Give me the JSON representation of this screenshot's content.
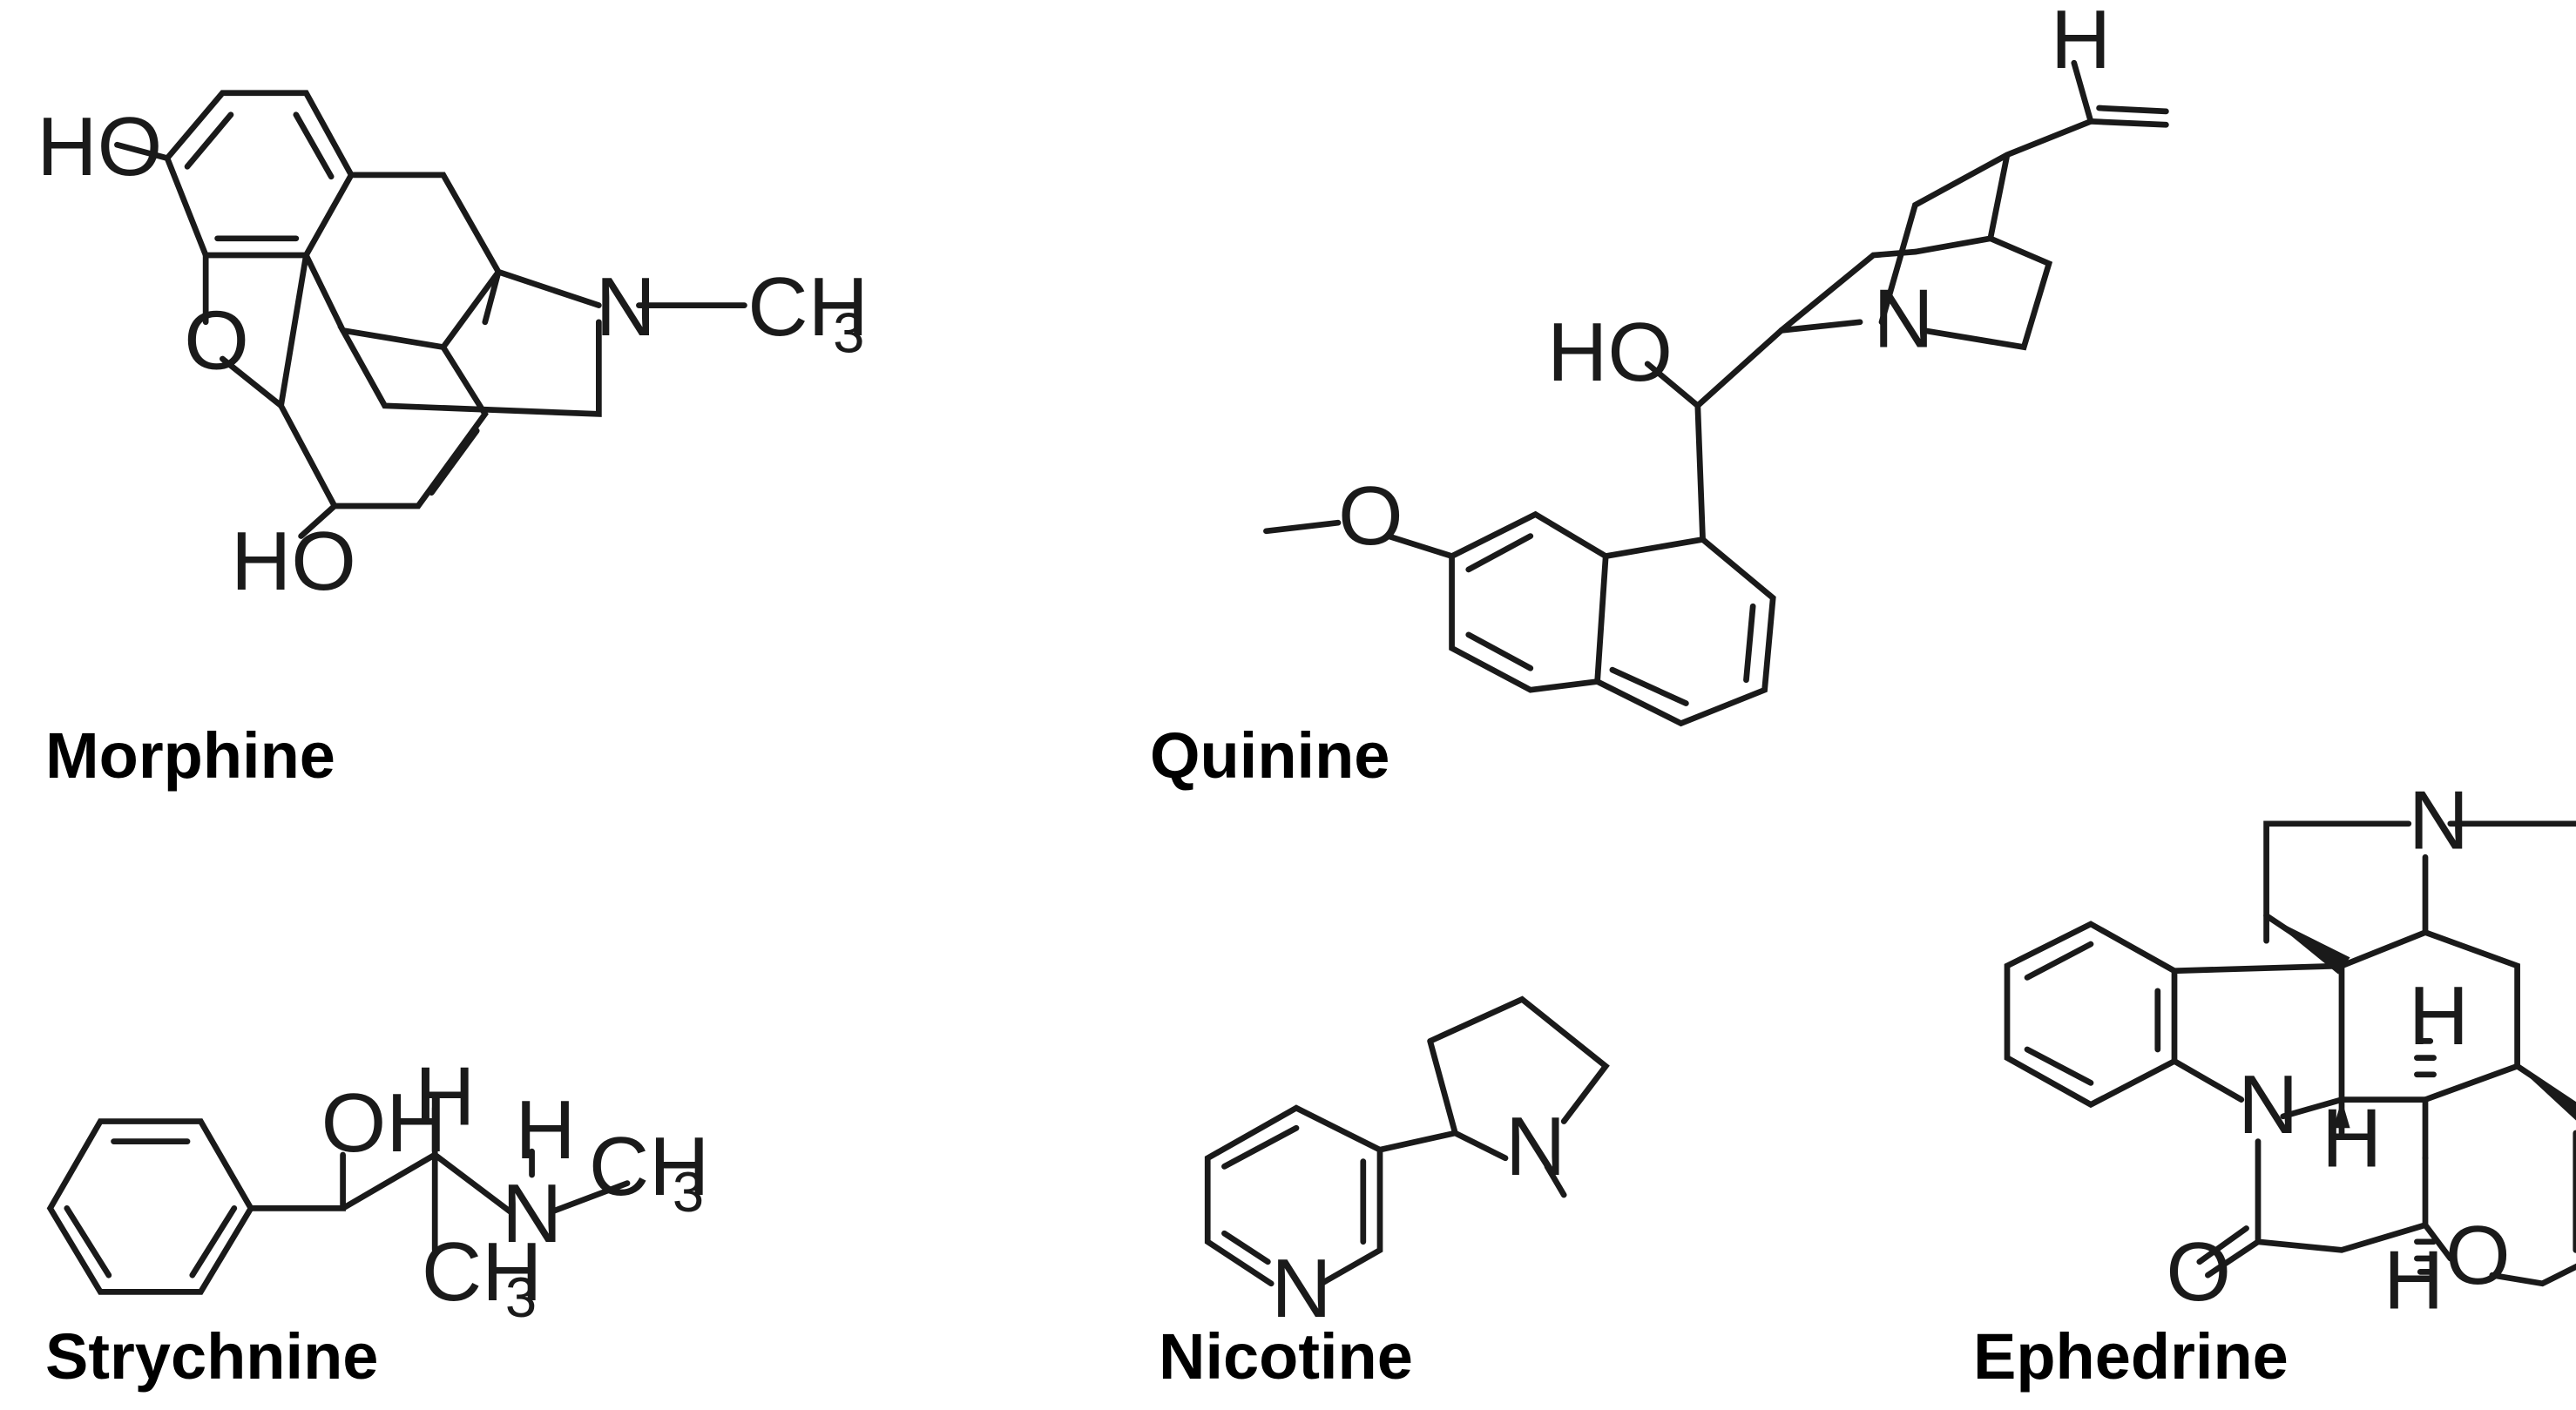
{
  "molecules": [
    {
      "id": "morphine",
      "name": "Morphine",
      "atoms": {
        "ho_top": "HO",
        "o_ring": "O",
        "n": "N",
        "ch3": "CH",
        "ch3_sub": "3",
        "ho_bottom": "HO"
      }
    },
    {
      "id": "quinine",
      "name": "Quinine",
      "atoms": {
        "h_vinyl": "H",
        "ho": "HO",
        "n": "N",
        "o_methoxy": "O"
      }
    },
    {
      "id": "strychnine",
      "name": "Strychnine",
      "atoms": {
        "oh": "OH",
        "h_ch": "H",
        "h_nh": "H",
        "n": "N",
        "ch3_n": "CH",
        "ch3_n_sub": "3",
        "ch3_c": "CH",
        "ch3_c_sub": "3"
      }
    },
    {
      "id": "nicotine",
      "name": "Nicotine",
      "atoms": {
        "n_pyrrolidine": "N",
        "n_pyridine": "N"
      }
    },
    {
      "id": "ephedrine",
      "name": "Ephedrine",
      "atoms": {
        "n_top": "N",
        "n_amide": "N",
        "o_carbonyl": "O",
        "o_ether": "O",
        "h1": "H",
        "h2": "H",
        "h3": "H"
      }
    }
  ]
}
